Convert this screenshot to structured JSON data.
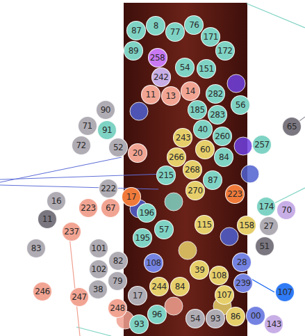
{
  "diagram": {
    "nodes": [
      {
        "text": [
          "87"
        ]
      },
      {
        "text": [
          "8"
        ]
      },
      {
        "text": [
          "77"
        ]
      },
      {
        "text": [
          "76"
        ]
      },
      {
        "text": [
          "171"
        ]
      },
      {
        "text": [
          "172"
        ]
      },
      {
        "text": [
          "89"
        ]
      },
      {
        "text": [
          "258"
        ]
      },
      {
        "text": [
          "54"
        ]
      },
      {
        "text": [
          "151"
        ]
      },
      {
        "text": [
          "242"
        ]
      },
      {
        "text": [
          "11"
        ]
      },
      {
        "text": [
          "13"
        ]
      },
      {
        "text": [
          "14"
        ]
      },
      {
        "text": [
          "282"
        ]
      },
      {
        "text": [
          "56"
        ]
      },
      {
        "text": [
          "185"
        ]
      },
      {
        "text": [
          "283"
        ]
      },
      {
        "text": [
          "90"
        ]
      },
      {
        "text": [
          "71"
        ]
      },
      {
        "text": [
          "91"
        ]
      },
      {
        "text": [
          "65"
        ]
      },
      {
        "text": [
          "40"
        ]
      },
      {
        "text": [
          "260"
        ]
      },
      {
        "text": [
          "257"
        ]
      },
      {
        "text": [
          "243"
        ]
      },
      {
        "text": [
          "72"
        ]
      },
      {
        "text": [
          "52"
        ]
      },
      {
        "text": [
          "20"
        ]
      },
      {
        "text": [
          "60"
        ]
      },
      {
        "text": [
          "266"
        ]
      },
      {
        "text": [
          "84"
        ]
      },
      {
        "text": [
          "268"
        ]
      },
      {
        "text": [
          "215"
        ]
      },
      {
        "text": [
          "87"
        ]
      },
      {
        "text": [
          "222"
        ]
      },
      {
        "text": [
          "270"
        ]
      },
      {
        "text": [
          "223"
        ]
      },
      {
        "text": [
          "17"
        ]
      },
      {
        "text": [
          "16"
        ]
      },
      {
        "text": [
          "223"
        ]
      },
      {
        "text": [
          "67"
        ]
      },
      {
        "text": [
          "174"
        ]
      },
      {
        "text": [
          "70"
        ]
      },
      {
        "text": [
          "196"
        ]
      },
      {
        "text": [
          "11"
        ]
      },
      {
        "text": [
          "115"
        ]
      },
      {
        "text": [
          "27"
        ]
      },
      {
        "text": [
          "158"
        ]
      },
      {
        "text": [
          "237"
        ]
      },
      {
        "text": [
          "57"
        ]
      },
      {
        "text": [
          "195"
        ]
      },
      {
        "text": [
          "51"
        ]
      },
      {
        "text": [
          "83"
        ]
      },
      {
        "text": [
          "101"
        ]
      },
      {
        "text": [
          "82"
        ]
      },
      {
        "text": [
          "108"
        ]
      },
      {
        "text": [
          "28"
        ]
      },
      {
        "text": [
          "102"
        ]
      },
      {
        "text": [
          "39"
        ]
      },
      {
        "text": [
          "108"
        ]
      },
      {
        "text": [
          "79"
        ]
      },
      {
        "text": [
          "239"
        ]
      },
      {
        "text": [
          "244"
        ]
      },
      {
        "text": [
          "84"
        ]
      },
      {
        "text": [
          "38"
        ]
      },
      {
        "text": [
          "107"
        ]
      },
      {
        "text": [
          "107"
        ]
      },
      {
        "text": [
          "246"
        ]
      },
      {
        "text": [
          "17"
        ]
      },
      {
        "text": [
          "247"
        ]
      },
      {
        "text": [
          "248"
        ]
      },
      {
        "text": [
          "86"
        ]
      },
      {
        "text": [
          "00"
        ]
      },
      {
        "text": [
          "96"
        ]
      },
      {
        "text": [
          "54"
        ]
      },
      {
        "text": [
          "93"
        ]
      },
      {
        "text": [
          "143"
        ]
      },
      {
        "text": [
          "93"
        ]
      }
    ]
  }
}
